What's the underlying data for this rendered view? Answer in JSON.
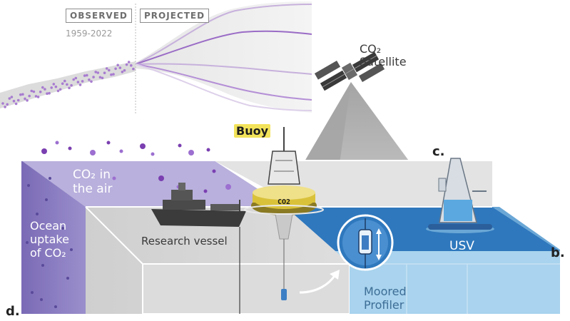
{
  "projection_panel": {
    "observed_label": "OBSERVED",
    "projected_label": "PROJECTED",
    "observed_years": "1959-2022"
  },
  "satellite": {
    "label_line1": "CO₂",
    "label_line2": "Satellite"
  },
  "buoy": {
    "label": "Buoy",
    "tag": "CO2"
  },
  "air": {
    "label_line1": "CO₂ in",
    "label_line2": "the air"
  },
  "ocean_uptake": {
    "label_line1": "Ocean",
    "label_line2": "uptake",
    "label_line3": "of CO₂"
  },
  "vessel": {
    "label": "Research vessel"
  },
  "usv": {
    "label": "USV"
  },
  "profiler": {
    "label_line1": "Moored",
    "label_line2": "Profiler"
  },
  "letters": {
    "b": "b.",
    "c": "c.",
    "d": "d."
  },
  "colors": {
    "lavender": "#b7aedb",
    "purple_dots": "#7a3fb0",
    "ocean_blue": "#2f78bd",
    "light_blue": "#a9d3ee",
    "side_purple": "#8878bf",
    "gray_block": "#d2d2d2",
    "buoy_yellow": "#d9c23a"
  }
}
